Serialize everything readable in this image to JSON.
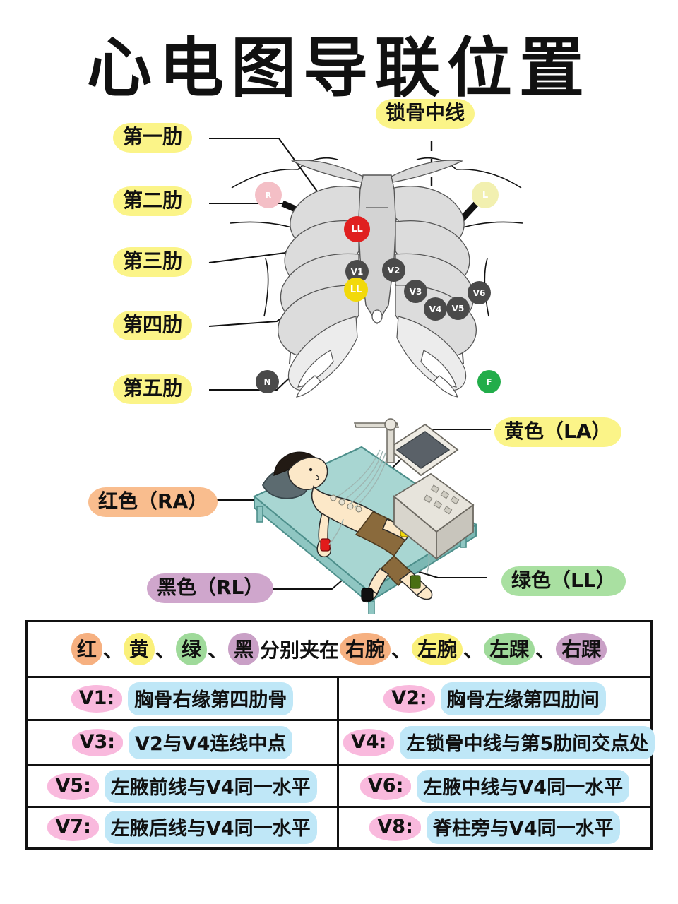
{
  "title": "心电图导联位置",
  "diagram": {
    "midclavicular_label": "锁骨中线",
    "rib_labels": [
      {
        "text": "第一肋"
      },
      {
        "text": "第二肋"
      },
      {
        "text": "第三肋"
      },
      {
        "text": "第四肋"
      },
      {
        "text": "第五肋"
      }
    ],
    "electrodes": [
      {
        "id": "R",
        "label": "R",
        "color": "#f4bfc6",
        "text_color": "#ffffff"
      },
      {
        "id": "L",
        "label": "L",
        "color": "#f2f0b0",
        "text_color": "#ffffff"
      },
      {
        "id": "LLr",
        "label": "LL",
        "color": "#e02020",
        "text_color": "#ffffff"
      },
      {
        "id": "V1",
        "label": "V1",
        "color": "#4a4a4a",
        "text_color": "#ffffff"
      },
      {
        "id": "V2",
        "label": "V2",
        "color": "#4a4a4a",
        "text_color": "#ffffff"
      },
      {
        "id": "LLy",
        "label": "LL",
        "color": "#f2d90b",
        "text_color": "#ffffff"
      },
      {
        "id": "V3",
        "label": "V3",
        "color": "#4a4a4a",
        "text_color": "#ffffff"
      },
      {
        "id": "V4",
        "label": "V4",
        "color": "#4a4a4a",
        "text_color": "#ffffff"
      },
      {
        "id": "V5",
        "label": "V5",
        "color": "#4a4a4a",
        "text_color": "#ffffff"
      },
      {
        "id": "V6",
        "label": "V6",
        "color": "#4a4a4a",
        "text_color": "#ffffff"
      },
      {
        "id": "N",
        "label": "N",
        "color": "#4a4a4a",
        "text_color": "#ffffff"
      },
      {
        "id": "F",
        "label": "F",
        "color": "#22ad4a",
        "text_color": "#ffffff"
      }
    ]
  },
  "limb_leads": {
    "red": {
      "text": "红色（RA）",
      "highlight": "#f9bd8e"
    },
    "yellow": {
      "text": "黄色（LA）",
      "highlight": "#fbf488"
    },
    "green": {
      "text": "绿色（LL）",
      "highlight": "#a9e0a1"
    },
    "black": {
      "text": "黑色（RL）",
      "highlight": "#cfa6cc"
    }
  },
  "table": {
    "summary_row": {
      "parts": [
        {
          "t": "红",
          "hl": "orange"
        },
        {
          "t": "、",
          "hl": "none"
        },
        {
          "t": "黄",
          "hl": "yellow"
        },
        {
          "t": "、",
          "hl": "none"
        },
        {
          "t": "绿",
          "hl": "green"
        },
        {
          "t": "、",
          "hl": "none"
        },
        {
          "t": "黑",
          "hl": "purple"
        },
        {
          "t": "分别夹在",
          "hl": "none"
        },
        {
          "t": "右腕",
          "hl": "orange"
        },
        {
          "t": "、",
          "hl": "none"
        },
        {
          "t": "左腕",
          "hl": "yellow"
        },
        {
          "t": "、",
          "hl": "none"
        },
        {
          "t": "左踝",
          "hl": "green"
        },
        {
          "t": "、",
          "hl": "none"
        },
        {
          "t": "右踝",
          "hl": "purple"
        }
      ]
    },
    "rows": [
      [
        {
          "tag": "V1:",
          "desc": "胸骨右缘第四肋骨"
        },
        {
          "tag": "V2:",
          "desc": "胸骨左缘第四肋间"
        }
      ],
      [
        {
          "tag": "V3:",
          "desc": "V2与V4连线中点"
        },
        {
          "tag": "V4:",
          "desc": "左锁骨中线与第5肋间交点处"
        }
      ],
      [
        {
          "tag": "V5:",
          "desc": "左腋前线与V4同一水平"
        },
        {
          "tag": "V6:",
          "desc": "左腋中线与V4同一水平"
        }
      ],
      [
        {
          "tag": "V7:",
          "desc": "左腋后线与V4同一水平"
        },
        {
          "tag": "V8:",
          "desc": "脊柱旁与V4同一水平"
        }
      ]
    ]
  }
}
